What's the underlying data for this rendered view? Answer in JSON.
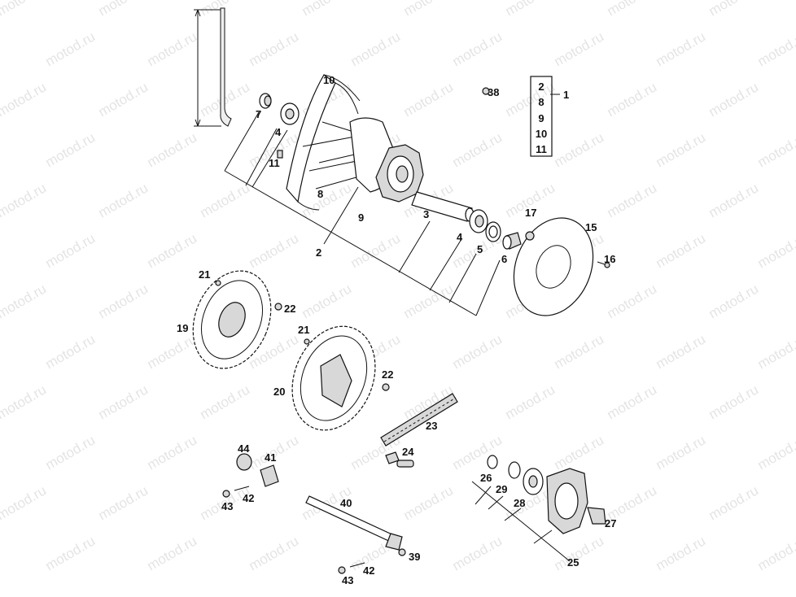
{
  "watermark": "motod.ru",
  "legend_group": {
    "items": [
      "2",
      "8",
      "9",
      "10",
      "11"
    ],
    "label": "1"
  },
  "labels": {
    "l1": "1",
    "l2": "2",
    "l3": "3",
    "l4a": "4",
    "l4b": "4",
    "l5": "5",
    "l6": "6",
    "l7": "7",
    "l8": "8",
    "l9": "9",
    "l10": "10",
    "l11": "11",
    "l15": "15",
    "l16": "16",
    "l17": "17",
    "l19": "19",
    "l20": "20",
    "l21a": "21",
    "l21b": "21",
    "l22a": "22",
    "l22b": "22",
    "l23": "23",
    "l24": "24",
    "l25": "25",
    "l26": "26",
    "l27": "27",
    "l28": "28",
    "l29": "29",
    "l38": "38",
    "l39": "39",
    "l40": "40",
    "l41": "41",
    "l42a": "42",
    "l42b": "42",
    "l43a": "43",
    "l43b": "43",
    "l44": "44"
  }
}
